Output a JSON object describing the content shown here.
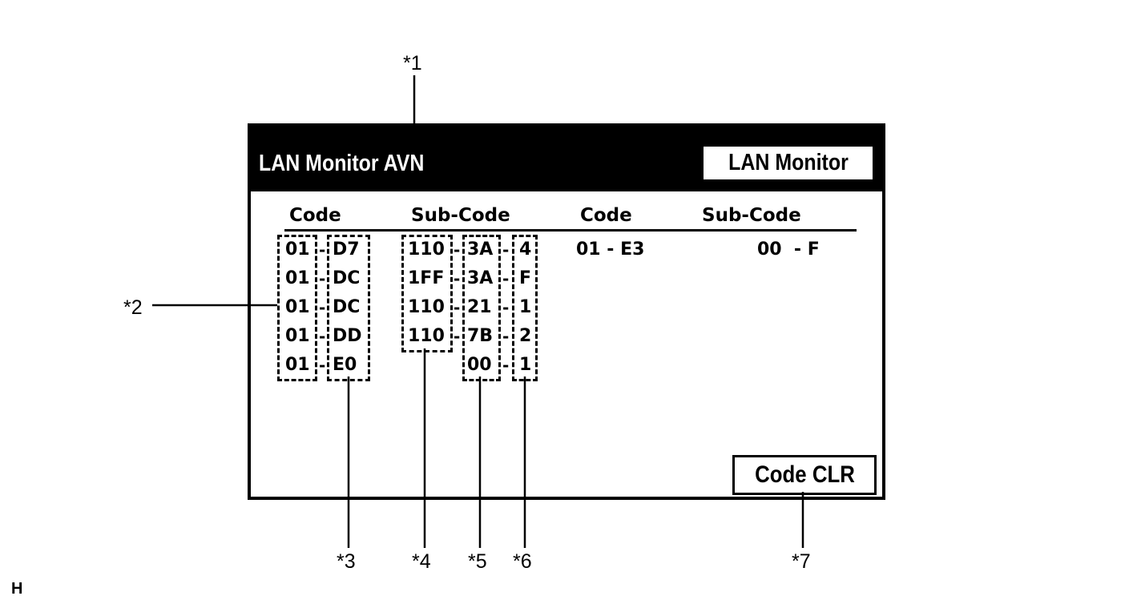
{
  "title_bar": {
    "title": "LAN Monitor AVN",
    "tab_label": "LAN Monitor"
  },
  "table_headers": {
    "code_left": "Code",
    "subcode_left": "Sub-Code",
    "code_right": "Code",
    "subcode_right": "Sub-Code"
  },
  "left_codes": [
    {
      "a": "01",
      "b": "D7"
    },
    {
      "a": "01",
      "b": "DC"
    },
    {
      "a": "01",
      "b": "DC"
    },
    {
      "a": "01",
      "b": "DD"
    },
    {
      "a": "01",
      "b": "E0"
    }
  ],
  "left_subcodes": [
    {
      "a": "110",
      "b": "3A",
      "c": "4"
    },
    {
      "a": "1FF",
      "b": "3A",
      "c": "F"
    },
    {
      "a": "110",
      "b": "21",
      "c": "1"
    },
    {
      "a": "110",
      "b": "7B",
      "c": "2"
    },
    {
      "a": "",
      "b": "00",
      "c": "1"
    }
  ],
  "right_code": "01 - E3",
  "right_subcode": "00  - F",
  "separator": "-",
  "clear_button": "Code CLR",
  "callouts": {
    "c1": "*1",
    "c2": "*2",
    "c3": "*3",
    "c4": "*4",
    "c5": "*5",
    "c6": "*6",
    "c7": "*7"
  },
  "corner_mark": "H"
}
